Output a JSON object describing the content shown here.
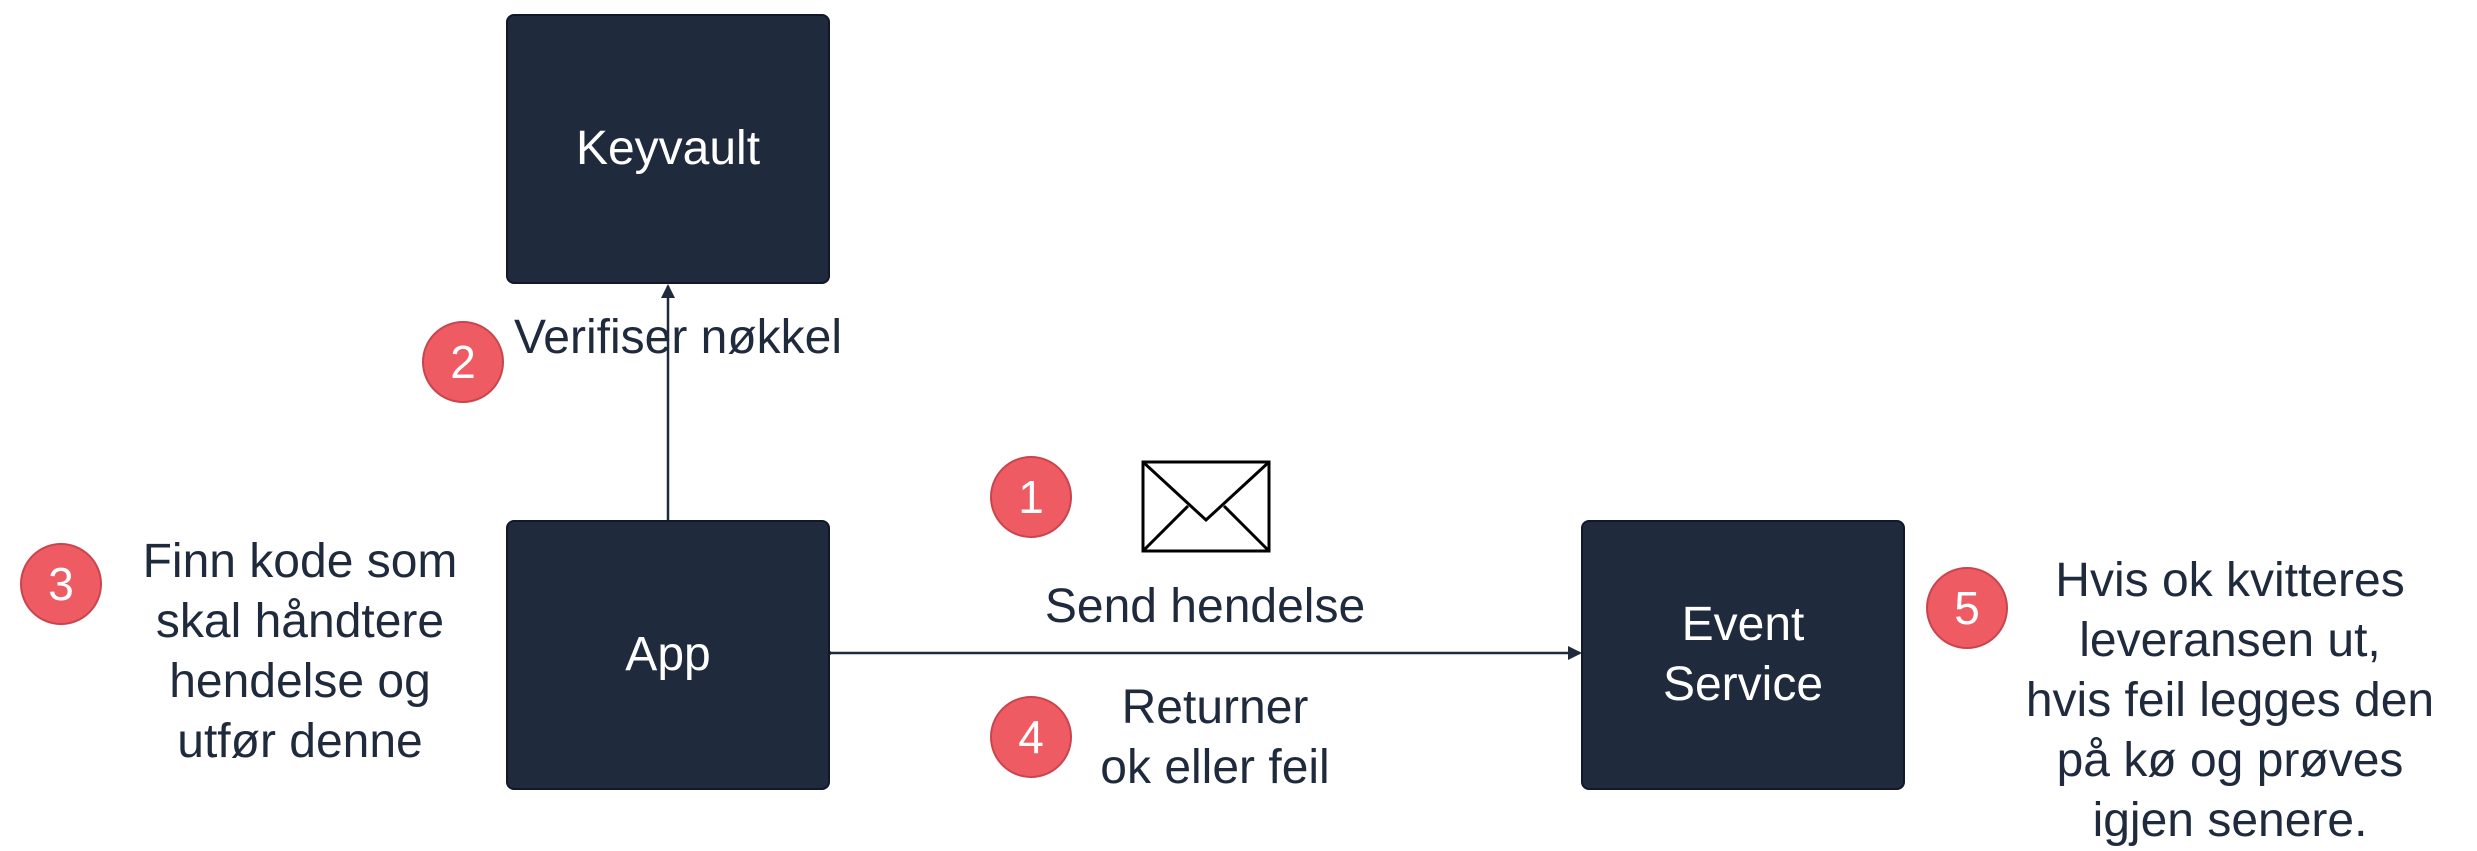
{
  "nodes": {
    "keyvault": "Keyvault",
    "app": "App",
    "event_service": "Event\nService"
  },
  "steps": [
    {
      "number": "1",
      "label": "Send hendelse"
    },
    {
      "number": "2",
      "label": "Verifiser nøkkel"
    },
    {
      "number": "3",
      "label": "Finn kode som\nskal håndtere\nhendelse og\nutfør denne"
    },
    {
      "number": "4",
      "label": "Returner\nok eller feil"
    },
    {
      "number": "5",
      "label": "Hvis ok kvitteres\nleveransen ut,\nhvis feil legges den\npå kø og prøves\nigjen senere."
    }
  ],
  "icons": {
    "message": "envelope-icon"
  },
  "colors": {
    "node_fill": "#1f2a3d",
    "badge_fill": "#ef5b63",
    "text": "#1f2a3d"
  }
}
